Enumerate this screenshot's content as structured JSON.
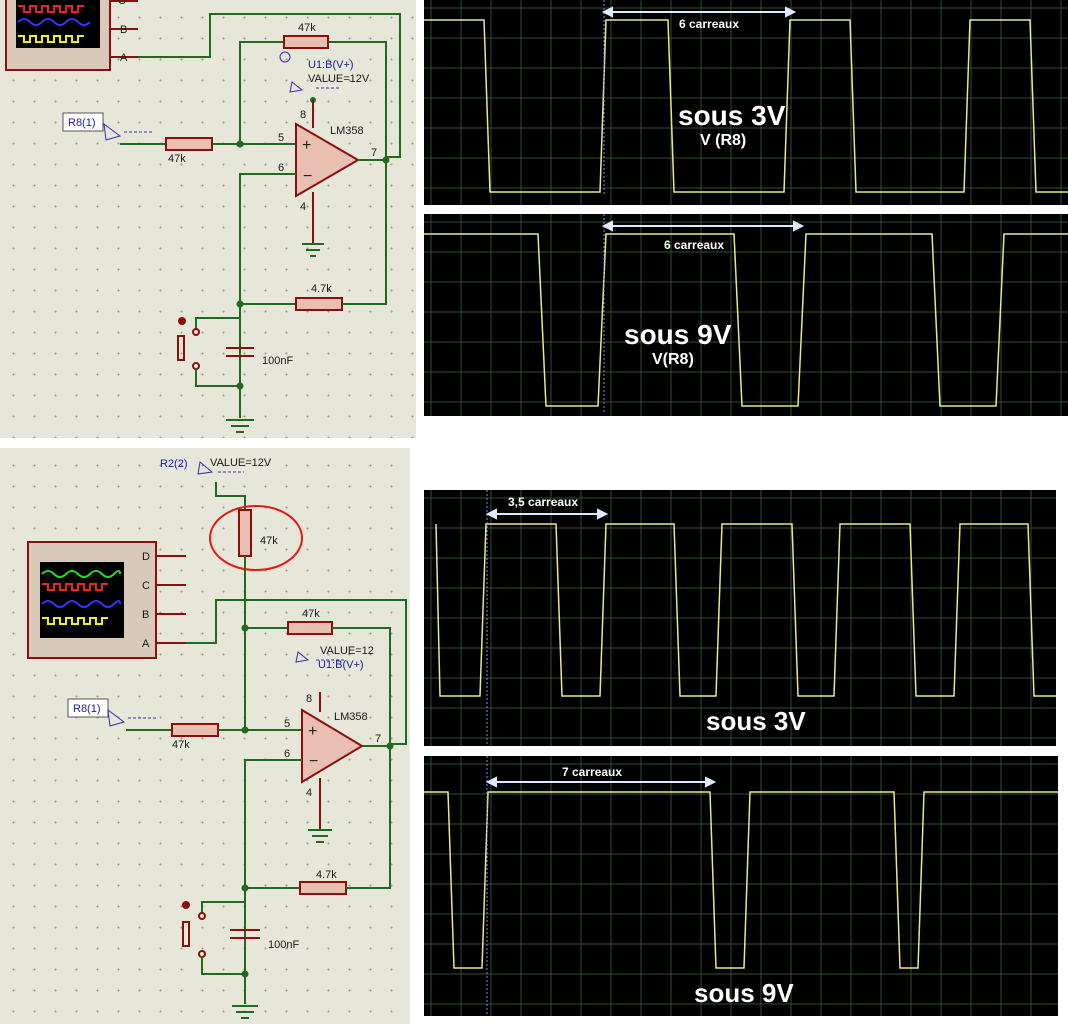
{
  "top_schematic": {
    "channel_labels": [
      "C",
      "B",
      "A"
    ],
    "r_feedback": "47k",
    "probe_v": "U1:B(V+)",
    "probe_value": "VALUE=12V",
    "input_label": "R8(1)",
    "r_input": "47k",
    "opamp": "LM358",
    "pin5": "5",
    "pin6": "6",
    "pin7": "7",
    "pin8": "8",
    "pin4": "4",
    "r_rc": "4.7k",
    "cap": "100nF"
  },
  "bottom_schematic": {
    "channel_labels": [
      "D",
      "C",
      "B",
      "A"
    ],
    "r2_label": "R2(2)",
    "r2_value": "VALUE=12V",
    "r_pullup": "47k",
    "r_feedback": "47k",
    "probe_value": "VALUE=12",
    "probe_v": "U1:B(V+)",
    "input_label": "R8(1)",
    "r_input": "47k",
    "opamp": "LM358",
    "pin5": "5",
    "pin6": "6",
    "pin7": "7",
    "pin8": "8",
    "pin4": "4",
    "r_rc": "4.7k",
    "cap": "100nF"
  },
  "scopes": [
    {
      "measure": "6 carreaux",
      "title": "sous 3V",
      "subtitle": "V (R8)"
    },
    {
      "measure": "6 carreaux",
      "title": "sous 9V",
      "subtitle": "V(R8)"
    },
    {
      "measure": "3,5 carreaux",
      "title": "sous 3V",
      "subtitle": ""
    },
    {
      "measure": "7 carreaux",
      "title": "sous 9V",
      "subtitle": ""
    }
  ],
  "colors": {
    "schematic_bg": "#e6e6d9",
    "wire": "#1f6b1f",
    "component": "#8a0f0f",
    "scope_bg": "#000000",
    "trace": "#e9e98c",
    "highlight_circle": "#e31b1b"
  }
}
